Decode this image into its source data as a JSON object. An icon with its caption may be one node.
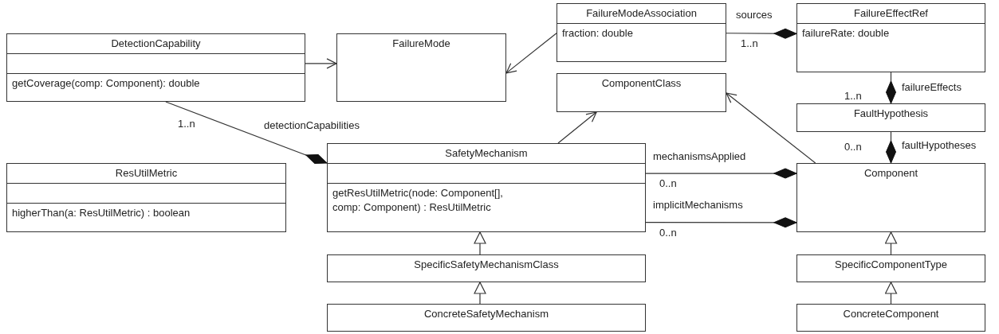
{
  "diagram": {
    "nodes": [
      {
        "text": [
          "DetectionCapability",
          "getCoverage(comp: Component): double"
        ]
      },
      {
        "text": [
          "FailureMode"
        ]
      },
      {
        "text": [
          "FailureModeAssociation",
          "fraction: double"
        ]
      },
      {
        "text": [
          "FailureEffectRef",
          "failureRate: double"
        ]
      },
      {
        "text": [
          "ComponentClass"
        ]
      },
      {
        "text": [
          "FaultHypothesis"
        ]
      },
      {
        "text": [
          "ResUtilMetric",
          "higherThan(a: ResUtilMetric) : boolean"
        ]
      },
      {
        "text": [
          "SafetyMechanism",
          "getResUtilMetric(node: Component[], comp: Component) : ResUtilMetric"
        ]
      },
      {
        "text": [
          "Component"
        ]
      },
      {
        "text": [
          "SpecificSafetyMechanismClass"
        ]
      },
      {
        "text": [
          "SpecificComponentType"
        ]
      },
      {
        "text": [
          "ConcreteSafetyMechanism"
        ]
      },
      {
        "text": [
          "ConcreteComponent"
        ]
      }
    ],
    "edges": [
      {
        "from": 0,
        "to": 1,
        "arrow": "to"
      },
      {
        "from": 2,
        "to": 1,
        "arrow": "to"
      },
      {
        "from": 2,
        "to": 3,
        "arrow": "other",
        "label": "sources"
      },
      {
        "from": 3,
        "to": 5,
        "arrow": "other",
        "label": "failureEffects"
      },
      {
        "from": 5,
        "to": 8,
        "arrow": "other",
        "label": "faultHypotheses"
      },
      {
        "from": 0,
        "to": 7,
        "arrow": "other",
        "label": "detectionCapabilities"
      },
      {
        "from": 7,
        "to": 4,
        "arrow": "to"
      },
      {
        "from": 8,
        "to": 4,
        "arrow": "to"
      },
      {
        "from": 7,
        "to": 8,
        "arrow": "other",
        "label": "mechanismsApplied"
      },
      {
        "from": 7,
        "to": 8,
        "arrow": "other",
        "label": "implicitMechanisms"
      },
      {
        "from": 9,
        "to": 7,
        "arrow": "to"
      },
      {
        "from": 11,
        "to": 9,
        "arrow": "to"
      },
      {
        "from": 10,
        "to": 8,
        "arrow": "to"
      },
      {
        "from": 12,
        "to": 10,
        "arrow": "to"
      }
    ],
    "labels": [
      "1..n",
      "1..n",
      "1..n",
      "0..n",
      "0..n",
      "0..n"
    ]
  }
}
